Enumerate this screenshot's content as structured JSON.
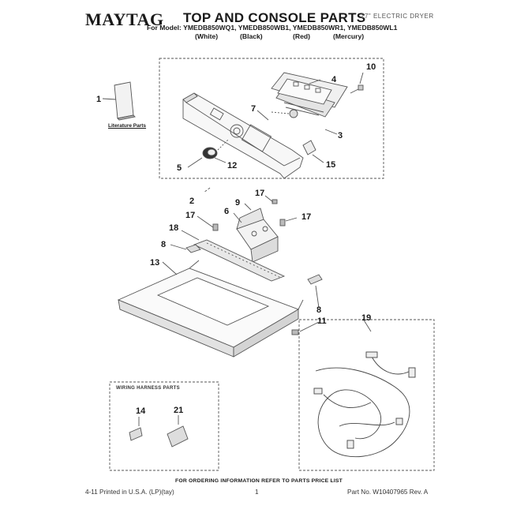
{
  "header": {
    "brand": "MAYTAG",
    "title": "TOP AND CONSOLE PARTS",
    "doc_type": "27\" ELECTRIC DRYER",
    "model_line": "For Model: YMEDB850WQ1, YMEDB850WB1, YMEDB850WR1, YMEDB850WL1",
    "colors": [
      "(White)",
      "(Black)",
      "(Red)",
      "(Mercury)"
    ]
  },
  "literature": {
    "caption": "Literature Parts"
  },
  "harness_box": {
    "heading": "WIRING HARNESS PARTS"
  },
  "callouts": [
    "1",
    "2",
    "3",
    "4",
    "5",
    "6",
    "7",
    "8",
    "8",
    "9",
    "10",
    "11",
    "12",
    "13",
    "14",
    "15",
    "17",
    "17",
    "17",
    "18",
    "19",
    "21"
  ],
  "footer": {
    "banner": "FOR ORDERING INFORMATION REFER TO PARTS PRICE LIST",
    "left": "4-11 Printed in U.S.A. (LP)(tay)",
    "page": "1",
    "part_no": "Part No. W10407965 Rev. A"
  }
}
